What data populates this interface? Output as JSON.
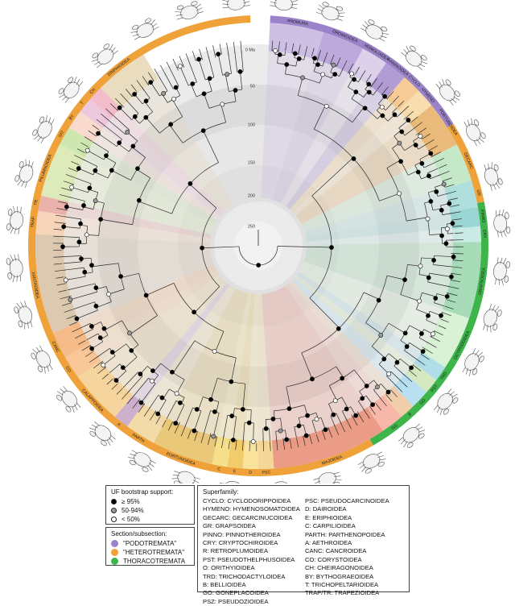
{
  "colors": {
    "podotremata": "#9b83c9",
    "heterotremata": "#f0a23a",
    "thoracotremata": "#3db54a"
  },
  "tree": {
    "time_unit": "Ma",
    "time_ticks": [
      "0 Ma",
      "50",
      "100",
      "150",
      "200",
      "250"
    ],
    "superfamily_labels": [
      "ANOMURA",
      "DROMIOIDEA",
      "HOMOLOIDEA",
      "RANINOIDEA",
      "CYCLO",
      "HYMENO",
      "PORTUNOIDEA",
      "GECARC",
      "GR",
      "PINNO",
      "CRY",
      "GRAPSOIDEA",
      "OCYPODOIDEA",
      "TRD",
      "PST",
      "GO",
      "B",
      "GG",
      "MAJOIDEA",
      "PSC",
      "D",
      "E",
      "C",
      "PORTUNOIDEA",
      "PARTH",
      "A",
      "CALAPPOIDEA",
      "CO",
      "CANC",
      "XANTHOIDEA",
      "TRAP",
      "TR",
      "PILUMNOIDEA",
      "GO",
      "BY",
      "T",
      "CH",
      "ERIPHIOIDEA"
    ],
    "support_values": [
      "full",
      "full",
      "full",
      "open",
      "half",
      "full",
      "full",
      "open",
      "full",
      "full",
      "open",
      "full",
      "full",
      "full",
      "half",
      "full",
      "full",
      "full",
      "open",
      "full",
      "full",
      "full",
      "open",
      "full",
      "full",
      "open",
      "full",
      "half",
      "full",
      "full",
      "full",
      "open",
      "full",
      "full",
      "full",
      "full",
      "open",
      "full",
      "full",
      "half",
      "full",
      "full",
      "full",
      "open",
      "full",
      "full",
      "full",
      "full",
      "full",
      "open",
      "full",
      "full",
      "full",
      "full",
      "open",
      "full",
      "full",
      "full",
      "full",
      "half",
      "full",
      "full",
      "open",
      "full",
      "full",
      "full",
      "full",
      "full",
      "open",
      "full",
      "full",
      "full",
      "half",
      "full",
      "full",
      "full",
      "open",
      "full",
      "full",
      "full",
      "full",
      "full",
      "open",
      "full",
      "full",
      "full",
      "full",
      "half",
      "full",
      "full",
      "full",
      "full",
      "open",
      "full",
      "full",
      "full",
      "open",
      "full",
      "full",
      "full",
      "full",
      "half",
      "full",
      "full",
      "full",
      "open",
      "full",
      "full",
      "full",
      "full",
      "full",
      "open",
      "full",
      "full",
      "full",
      "half",
      "full",
      "full",
      "full",
      "full",
      "open",
      "full",
      "full",
      "full",
      "full",
      "full",
      "open",
      "full",
      "full",
      "full",
      "half",
      "full",
      "full",
      "open",
      "full",
      "full",
      "full",
      "full",
      "open",
      "full",
      "full",
      "full",
      "full",
      "half",
      "full",
      "full",
      "full",
      "open",
      "full",
      "full",
      "full",
      "full",
      "full",
      "open",
      "full",
      "full",
      "full",
      "half",
      "full",
      "full",
      "full",
      "full"
    ]
  },
  "legend_support": {
    "title": "UF bootstrap support:",
    "items": [
      {
        "label": "≥ 95%",
        "fill": "#000000"
      },
      {
        "label": "50-94%",
        "fill": "#9a9a9a"
      },
      {
        "label": "< 50%",
        "fill": "#ffffff"
      }
    ]
  },
  "legend_section": {
    "title": "Section/subsection:",
    "items": [
      {
        "label": "\"PODOTREMATA\"",
        "color": "#9b83c9"
      },
      {
        "label": "\"HETEROTREMATA\"",
        "color": "#f0a23a"
      },
      {
        "label": "THORACOTREMATA",
        "color": "#3db54a"
      }
    ]
  },
  "legend_superfamily": {
    "title": "Superfamily:",
    "col1": [
      "CYCLO: CYCLODORIPPOIDEA",
      "HYMENO: HYMENOSOMATOIDEA",
      "GECARC: GECARCINUCOIDEA",
      "GR: GRAPSOIDEA",
      "PINNO: PINNOTHEROIDEA",
      "CRY: CRYPTOCHIROIDEA",
      "R: RETROPLUMOIDEA",
      "PST: PSEUDOTHELPHUSOIDEA",
      "O: ORITHYIOIDEA",
      "TRD: TRICHODACTYLOIDEA",
      "B: BELLIOIDEA",
      "GO: GONEPLACOIDEA",
      "PSZ: PSEUDOZIOIDEA"
    ],
    "col2": [
      "PSC: PSEUDOCARCINOIDEA",
      "D: DAIROIDEA",
      "E: ERIPHIOIDEA",
      "C: CARPILIOIDEA",
      "PARTH: PARTHENOPOIDEA",
      "A: AETHROIDEA",
      "CANC: CANCROIDEA",
      "CO: CORYSTOIDEA",
      "CH: CHEIRAGONOIDEA",
      "BY: BYTHOGRAEOIDEA",
      "T: TRICHOPELTARIOIDEA",
      "TRAP/TR: TRAPEZIOIDEA"
    ]
  }
}
